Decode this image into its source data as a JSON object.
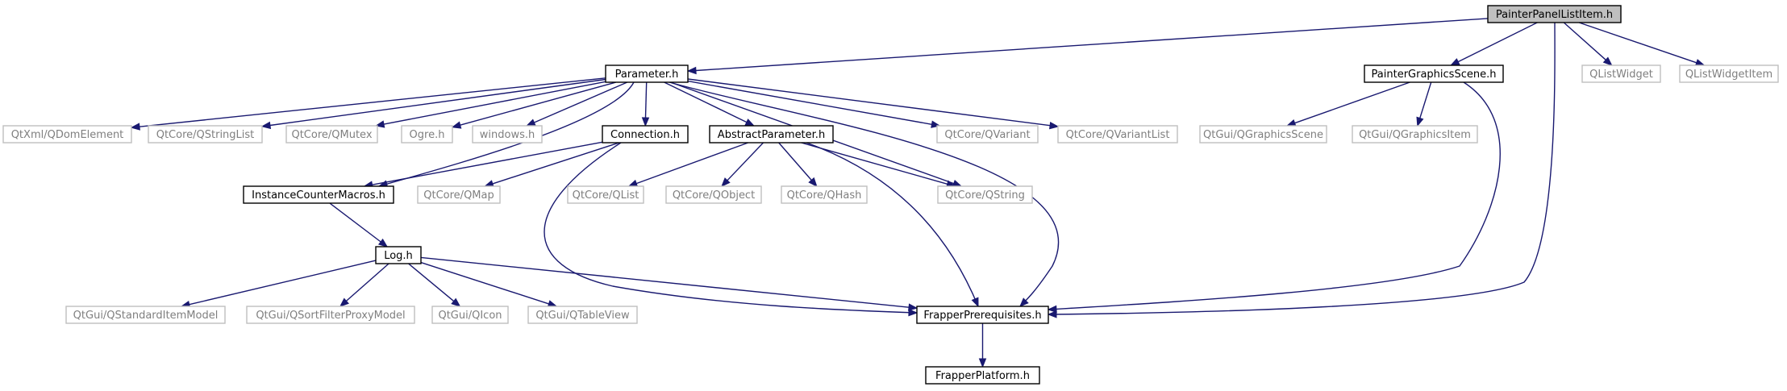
{
  "diagram": {
    "nodes": [
      {
        "id": "root",
        "label": "PainterPanelListItem.h",
        "kind": "root"
      },
      {
        "id": "param",
        "label": "Parameter.h",
        "kind": "local"
      },
      {
        "id": "pgs",
        "label": "PainterGraphicsScene.h",
        "kind": "local"
      },
      {
        "id": "qlw",
        "label": "QListWidget",
        "kind": "external"
      },
      {
        "id": "qlwi",
        "label": "QListWidgetItem",
        "kind": "external"
      },
      {
        "id": "qdom",
        "label": "QtXml/QDomElement",
        "kind": "external"
      },
      {
        "id": "qsl",
        "label": "QtCore/QStringList",
        "kind": "external"
      },
      {
        "id": "qmutex",
        "label": "QtCore/QMutex",
        "kind": "external"
      },
      {
        "id": "ogre",
        "label": "Ogre.h",
        "kind": "external"
      },
      {
        "id": "win",
        "label": "windows.h",
        "kind": "external"
      },
      {
        "id": "conn",
        "label": "Connection.h",
        "kind": "local"
      },
      {
        "id": "absp",
        "label": "AbstractParameter.h",
        "kind": "local"
      },
      {
        "id": "qvar",
        "label": "QtCore/QVariant",
        "kind": "external"
      },
      {
        "id": "qvarl",
        "label": "QtCore/QVariantList",
        "kind": "external"
      },
      {
        "id": "qgs",
        "label": "QtGui/QGraphicsScene",
        "kind": "external"
      },
      {
        "id": "qgi",
        "label": "QtGui/QGraphicsItem",
        "kind": "external"
      },
      {
        "id": "icm",
        "label": "InstanceCounterMacros.h",
        "kind": "local"
      },
      {
        "id": "qmap",
        "label": "QtCore/QMap",
        "kind": "external"
      },
      {
        "id": "qlist",
        "label": "QtCore/QList",
        "kind": "external"
      },
      {
        "id": "qobj",
        "label": "QtCore/QObject",
        "kind": "external"
      },
      {
        "id": "qhash",
        "label": "QtCore/QHash",
        "kind": "external"
      },
      {
        "id": "qstr",
        "label": "QtCore/QString",
        "kind": "external"
      },
      {
        "id": "log",
        "label": "Log.h",
        "kind": "local"
      },
      {
        "id": "qsim",
        "label": "QtGui/QStandardItemModel",
        "kind": "external"
      },
      {
        "id": "qsfpm",
        "label": "QtGui/QSortFilterProxyModel",
        "kind": "external"
      },
      {
        "id": "qicon",
        "label": "QtGui/QIcon",
        "kind": "external"
      },
      {
        "id": "qtv",
        "label": "QtGui/QTableView",
        "kind": "external"
      },
      {
        "id": "fprq",
        "label": "FrapperPrerequisites.h",
        "kind": "local"
      },
      {
        "id": "fplat",
        "label": "FrapperPlatform.h",
        "kind": "local"
      }
    ],
    "edges": [
      [
        "root",
        "param"
      ],
      [
        "root",
        "pgs"
      ],
      [
        "root",
        "qlw"
      ],
      [
        "root",
        "qlwi"
      ],
      [
        "root",
        "fprq"
      ],
      [
        "param",
        "qdom"
      ],
      [
        "param",
        "qsl"
      ],
      [
        "param",
        "qmutex"
      ],
      [
        "param",
        "ogre"
      ],
      [
        "param",
        "win"
      ],
      [
        "param",
        "icm"
      ],
      [
        "param",
        "conn"
      ],
      [
        "param",
        "absp"
      ],
      [
        "param",
        "qvar"
      ],
      [
        "param",
        "qvarl"
      ],
      [
        "param",
        "qstr"
      ],
      [
        "param",
        "fprq"
      ],
      [
        "pgs",
        "qgs"
      ],
      [
        "pgs",
        "qgi"
      ],
      [
        "pgs",
        "fprq"
      ],
      [
        "conn",
        "icm"
      ],
      [
        "conn",
        "qmap"
      ],
      [
        "conn",
        "fprq"
      ],
      [
        "absp",
        "qlist"
      ],
      [
        "absp",
        "qobj"
      ],
      [
        "absp",
        "qhash"
      ],
      [
        "absp",
        "qstr"
      ],
      [
        "absp",
        "fprq"
      ],
      [
        "icm",
        "log"
      ],
      [
        "log",
        "qsim"
      ],
      [
        "log",
        "qsfpm"
      ],
      [
        "log",
        "qicon"
      ],
      [
        "log",
        "qtv"
      ],
      [
        "log",
        "fprq"
      ],
      [
        "fprq",
        "fplat"
      ]
    ]
  }
}
